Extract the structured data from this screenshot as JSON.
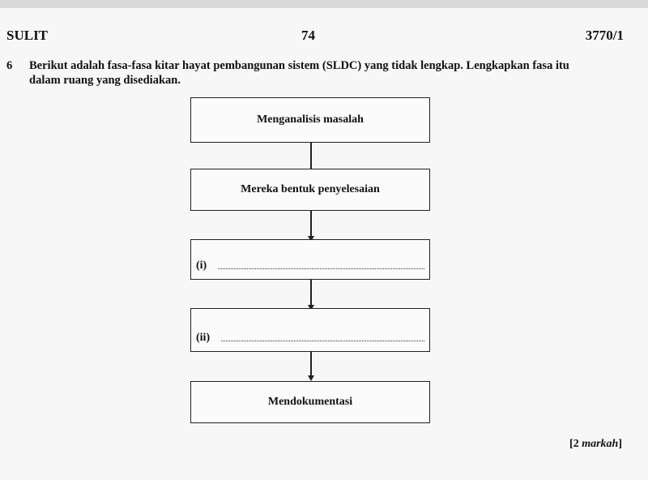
{
  "header": {
    "left": "SULIT",
    "page_number": "74",
    "code": "3770/1"
  },
  "question": {
    "number": "6",
    "text_line1": "Berikut adalah fasa-fasa kitar hayat pembangunan sistem (SLDC) yang tidak lengkap. Lengkapkan fasa itu",
    "text_line2": "dalam ruang yang disediakan."
  },
  "flowchart": {
    "step1": "Menganalisis masalah",
    "step2": "Mereka bentuk penyelesaian",
    "blank1_label": "(i)",
    "blank2_label": "(ii)",
    "step5": "Mendokumentasi"
  },
  "marks": {
    "open": "[2 ",
    "word": "markah",
    "close": "]"
  }
}
